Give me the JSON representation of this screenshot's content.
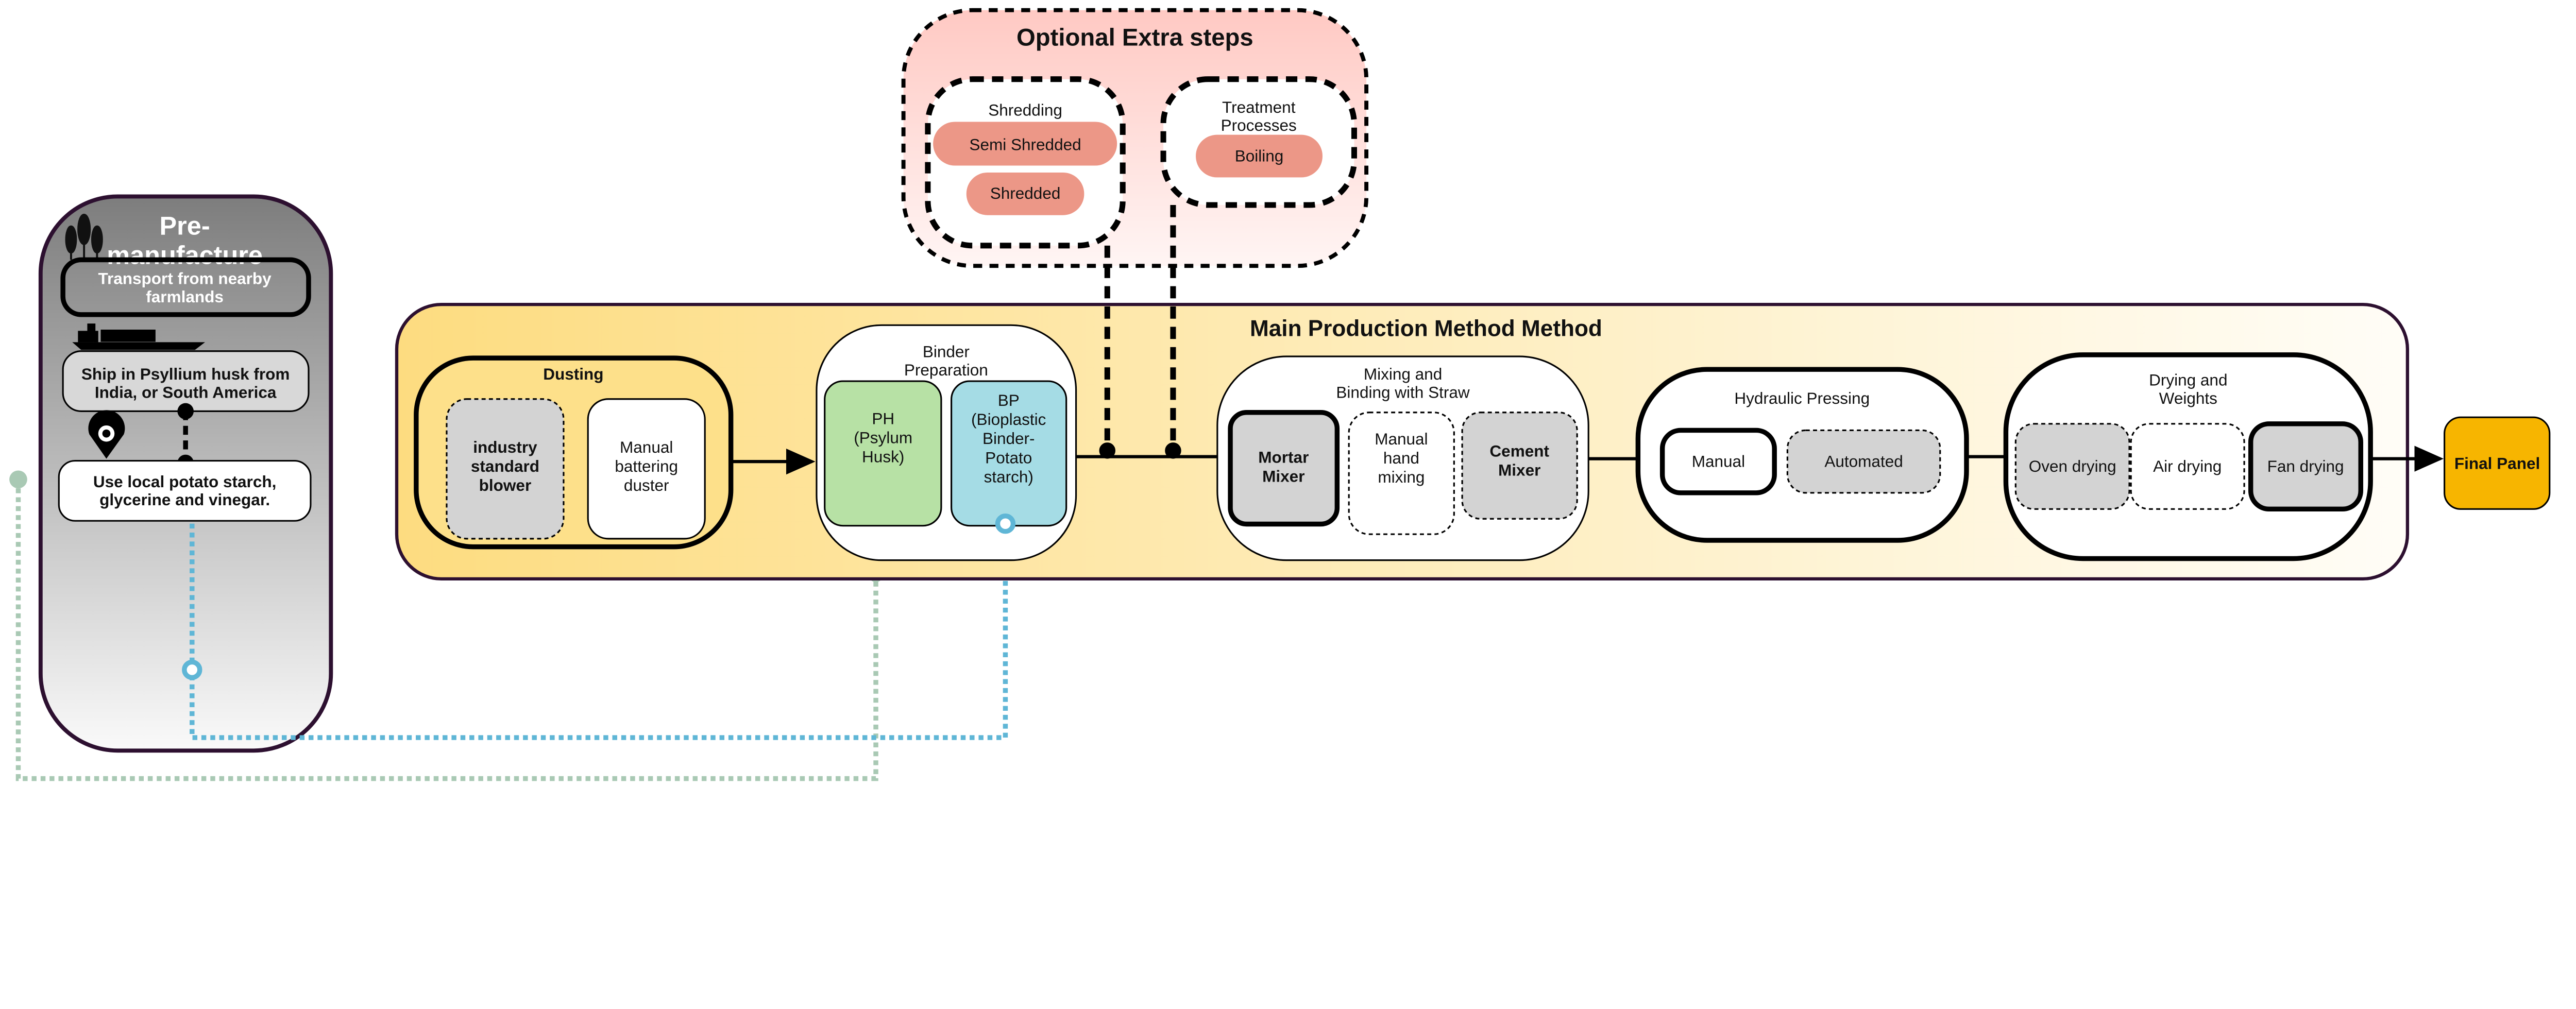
{
  "colors": {
    "pre_border": "#2d1030",
    "main_fill": "#fde08a",
    "optional_fill": "#ffcdc8",
    "pill": "#ec9787",
    "ph": "#b7e1a5",
    "bp": "#a5dce5",
    "final": "#f7b500",
    "gray_option": "#d3d3d3",
    "green_link": "#a9c9b4",
    "blue_link": "#5fb6d6"
  },
  "pre": {
    "title": [
      "Pre-",
      "manufacture"
    ],
    "icons": [
      "wheat-icon",
      "ship-icon",
      "location-pin-icon"
    ],
    "transport": [
      "Transport from nearby",
      "farmlands"
    ],
    "ship": [
      "Ship in Psyllium husk from",
      "India, or South America"
    ],
    "local": [
      "Use local potato starch,",
      "glycerine and vinegar."
    ]
  },
  "optional": {
    "title": "Optional Extra steps",
    "shredding": {
      "title": "Shredding",
      "items": [
        "Semi Shredded",
        "Shredded"
      ]
    },
    "treatment": {
      "title": [
        "Treatment",
        "Processes"
      ],
      "items": [
        "Boiling"
      ]
    }
  },
  "main": {
    "title": "Main Production Method Method",
    "dusting": {
      "title": "Dusting",
      "blower": [
        "industry",
        "standard",
        "blower"
      ],
      "manual": [
        "Manual",
        "battering",
        "duster"
      ]
    },
    "binder": {
      "title": [
        "Binder",
        "Preparation"
      ],
      "ph": [
        "PH",
        "(Psylum",
        "Husk)"
      ],
      "bp": [
        "BP",
        "(Bioplastic",
        "Binder-",
        "Potato",
        "starch)"
      ]
    },
    "mixing": {
      "title": [
        "Mixing and",
        "Binding with Straw"
      ],
      "mortar": [
        "Mortar",
        "Mixer"
      ],
      "hand": [
        "Manual",
        "hand",
        "mixing"
      ],
      "cement": [
        "Cement",
        "Mixer"
      ]
    },
    "pressing": {
      "title": "Hydraulic Pressing",
      "manual": "Manual",
      "automated": "Automated"
    },
    "drying": {
      "title": [
        "Drying and",
        "Weights"
      ],
      "oven": "Oven drying",
      "air": "Air drying",
      "fan": "Fan drying"
    }
  },
  "final": "Final Panel"
}
